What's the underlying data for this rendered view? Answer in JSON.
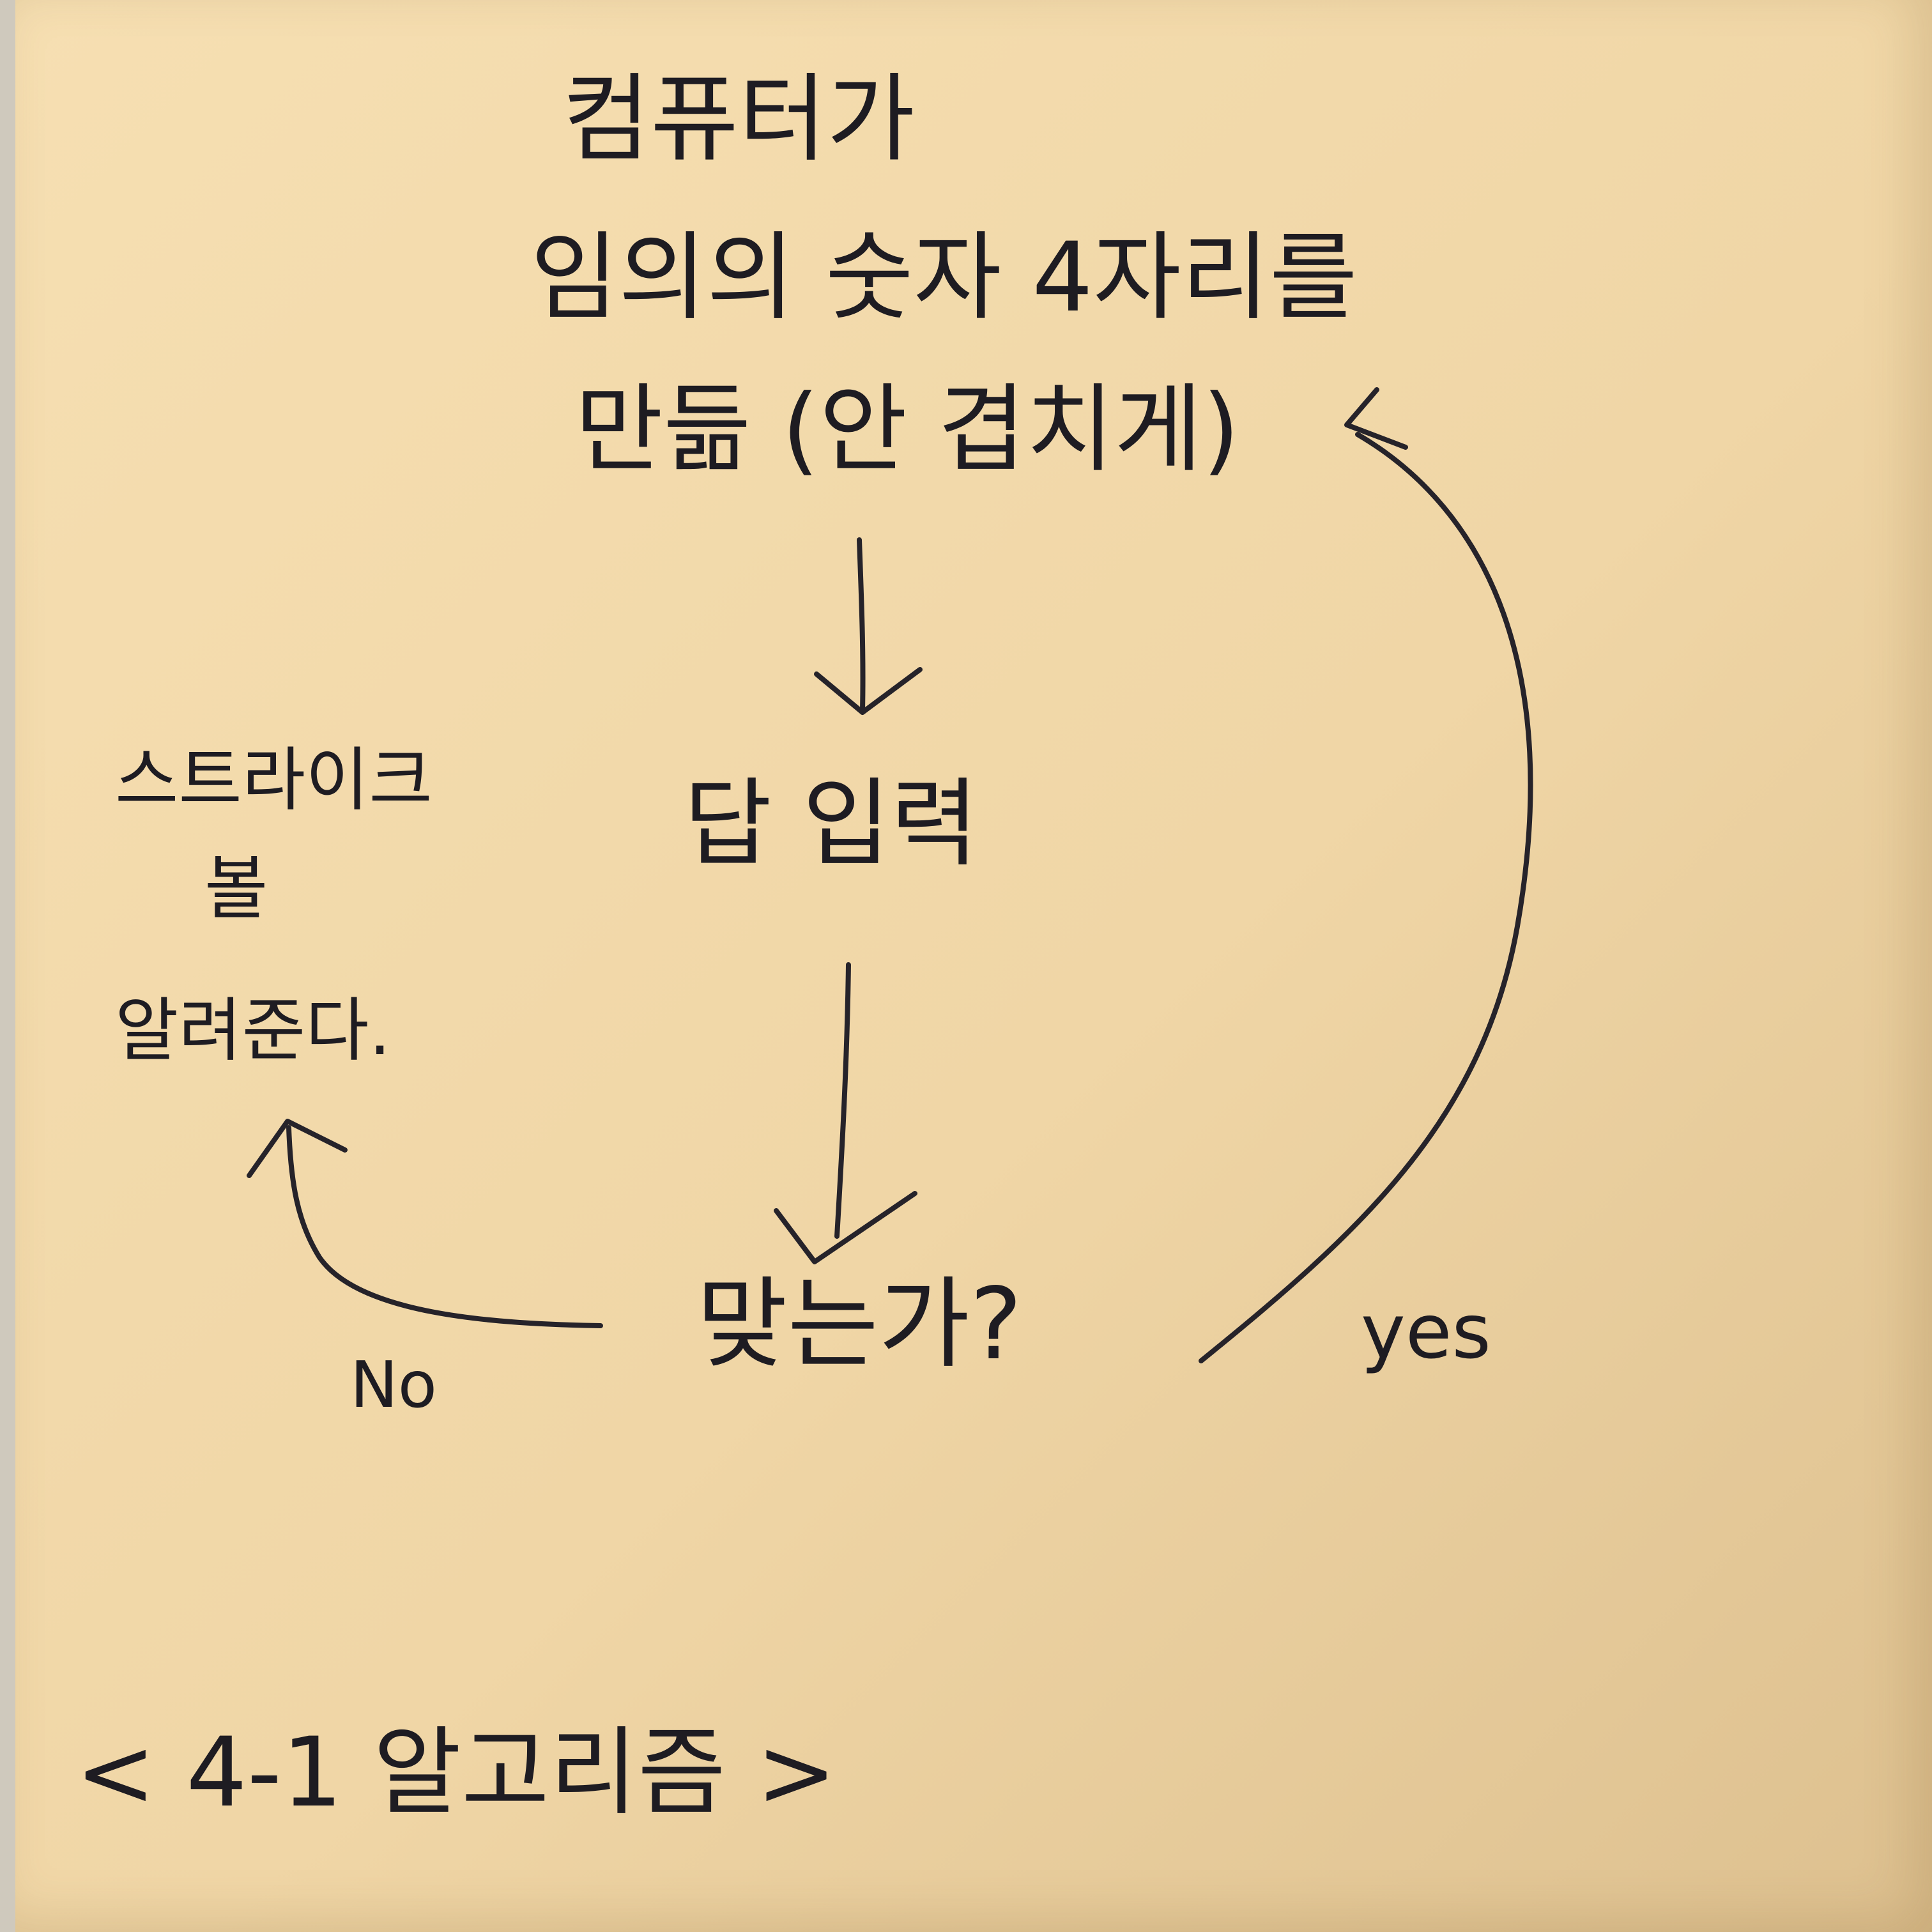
{
  "diagram": {
    "step1": {
      "line1": "컴퓨터가",
      "line2": "임의의 숫자 4자리를",
      "line3": "만듦 (안 겹치게)"
    },
    "step2": "답 입력",
    "decision": "맞는가?",
    "no_branch": {
      "label": "No",
      "line1": "스트라이크",
      "line2": "볼",
      "line3": "알려준다."
    },
    "yes_branch": {
      "label": "yes"
    },
    "caption": "< 4-1 알고리즘 >"
  }
}
